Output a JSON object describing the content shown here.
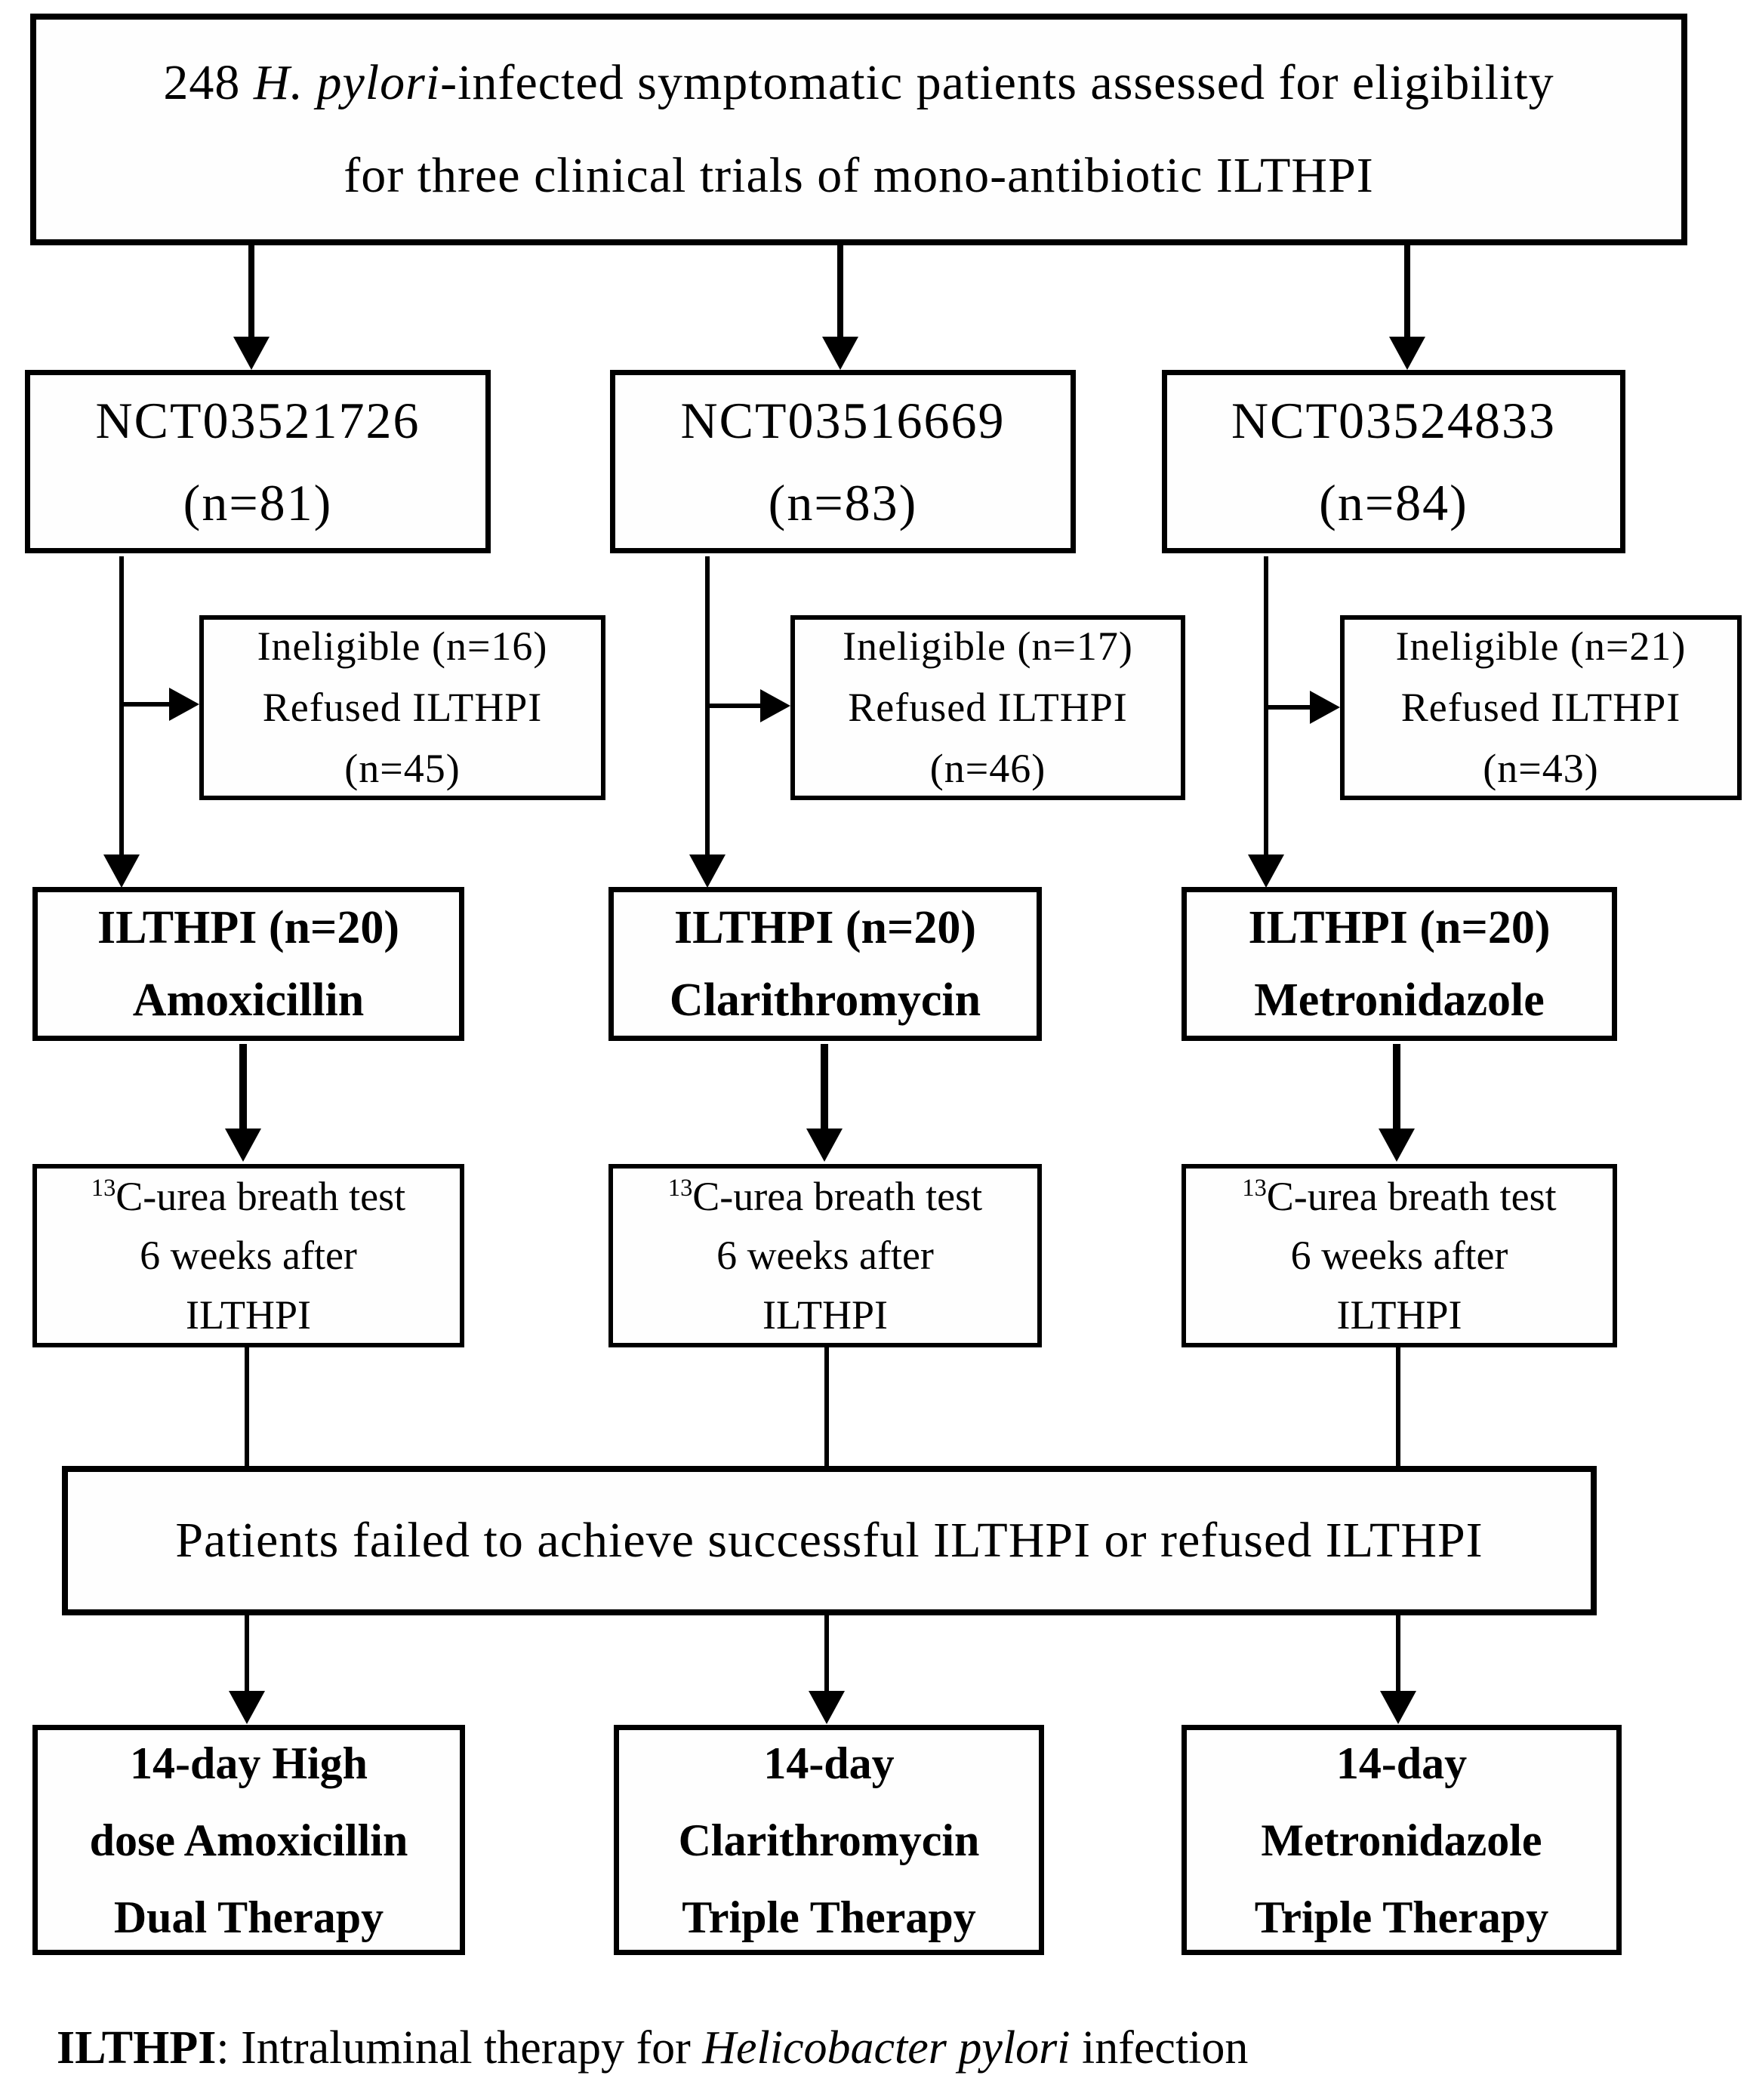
{
  "top_box": {
    "line1_prefix": "248 ",
    "line1_italic": "H. pylori",
    "line1_suffix": "-infected symptomatic patients assessed for eligibility",
    "line2": "for three clinical trials of mono-antibiotic ILTHPI"
  },
  "columns": [
    {
      "nct_id": "NCT03521726",
      "nct_n": "(n=81)",
      "ineligible_line1": "Ineligible (n=16)",
      "ineligible_line2": "Refused ILTHPI",
      "ineligible_line3": "(n=45)",
      "ilthpi_line": "ILTHPI (n=20)",
      "drug": "Amoxicillin",
      "breath_sup": "13",
      "breath_line1": "C-urea breath test",
      "breath_line2": "6 weeks after",
      "breath_line3": "ILTHPI",
      "therapy_line1": "14-day High",
      "therapy_line2": "dose Amoxicillin",
      "therapy_line3": "Dual Therapy"
    },
    {
      "nct_id": "NCT03516669",
      "nct_n": "(n=83)",
      "ineligible_line1": "Ineligible (n=17)",
      "ineligible_line2": "Refused ILTHPI",
      "ineligible_line3": "(n=46)",
      "ilthpi_line": "ILTHPI (n=20)",
      "drug": "Clarithromycin",
      "breath_sup": "13",
      "breath_line1": "C-urea breath test",
      "breath_line2": "6 weeks after",
      "breath_line3": "ILTHPI",
      "therapy_line1": "14-day",
      "therapy_line2": "Clarithromycin",
      "therapy_line3": "Triple Therapy"
    },
    {
      "nct_id": "NCT03524833",
      "nct_n": "(n=84)",
      "ineligible_line1": "Ineligible (n=21)",
      "ineligible_line2": "Refused ILTHPI",
      "ineligible_line3": "(n=43)",
      "ilthpi_line": "ILTHPI (n=20)",
      "drug": "Metronidazole",
      "breath_sup": "13",
      "breath_line1": "C-urea breath test",
      "breath_line2": "6 weeks after",
      "breath_line3": "ILTHPI",
      "therapy_line1": "14-day",
      "therapy_line2": "Metronidazole",
      "therapy_line3": "Triple Therapy"
    }
  ],
  "failed_box": {
    "text": "Patients failed to achieve successful ILTHPI or refused ILTHPI"
  },
  "footnote": {
    "abbr": "ILTHPI",
    "mid": ": Intraluminal therapy for ",
    "italic": "Helicobacter pylori",
    "end": " infection"
  }
}
